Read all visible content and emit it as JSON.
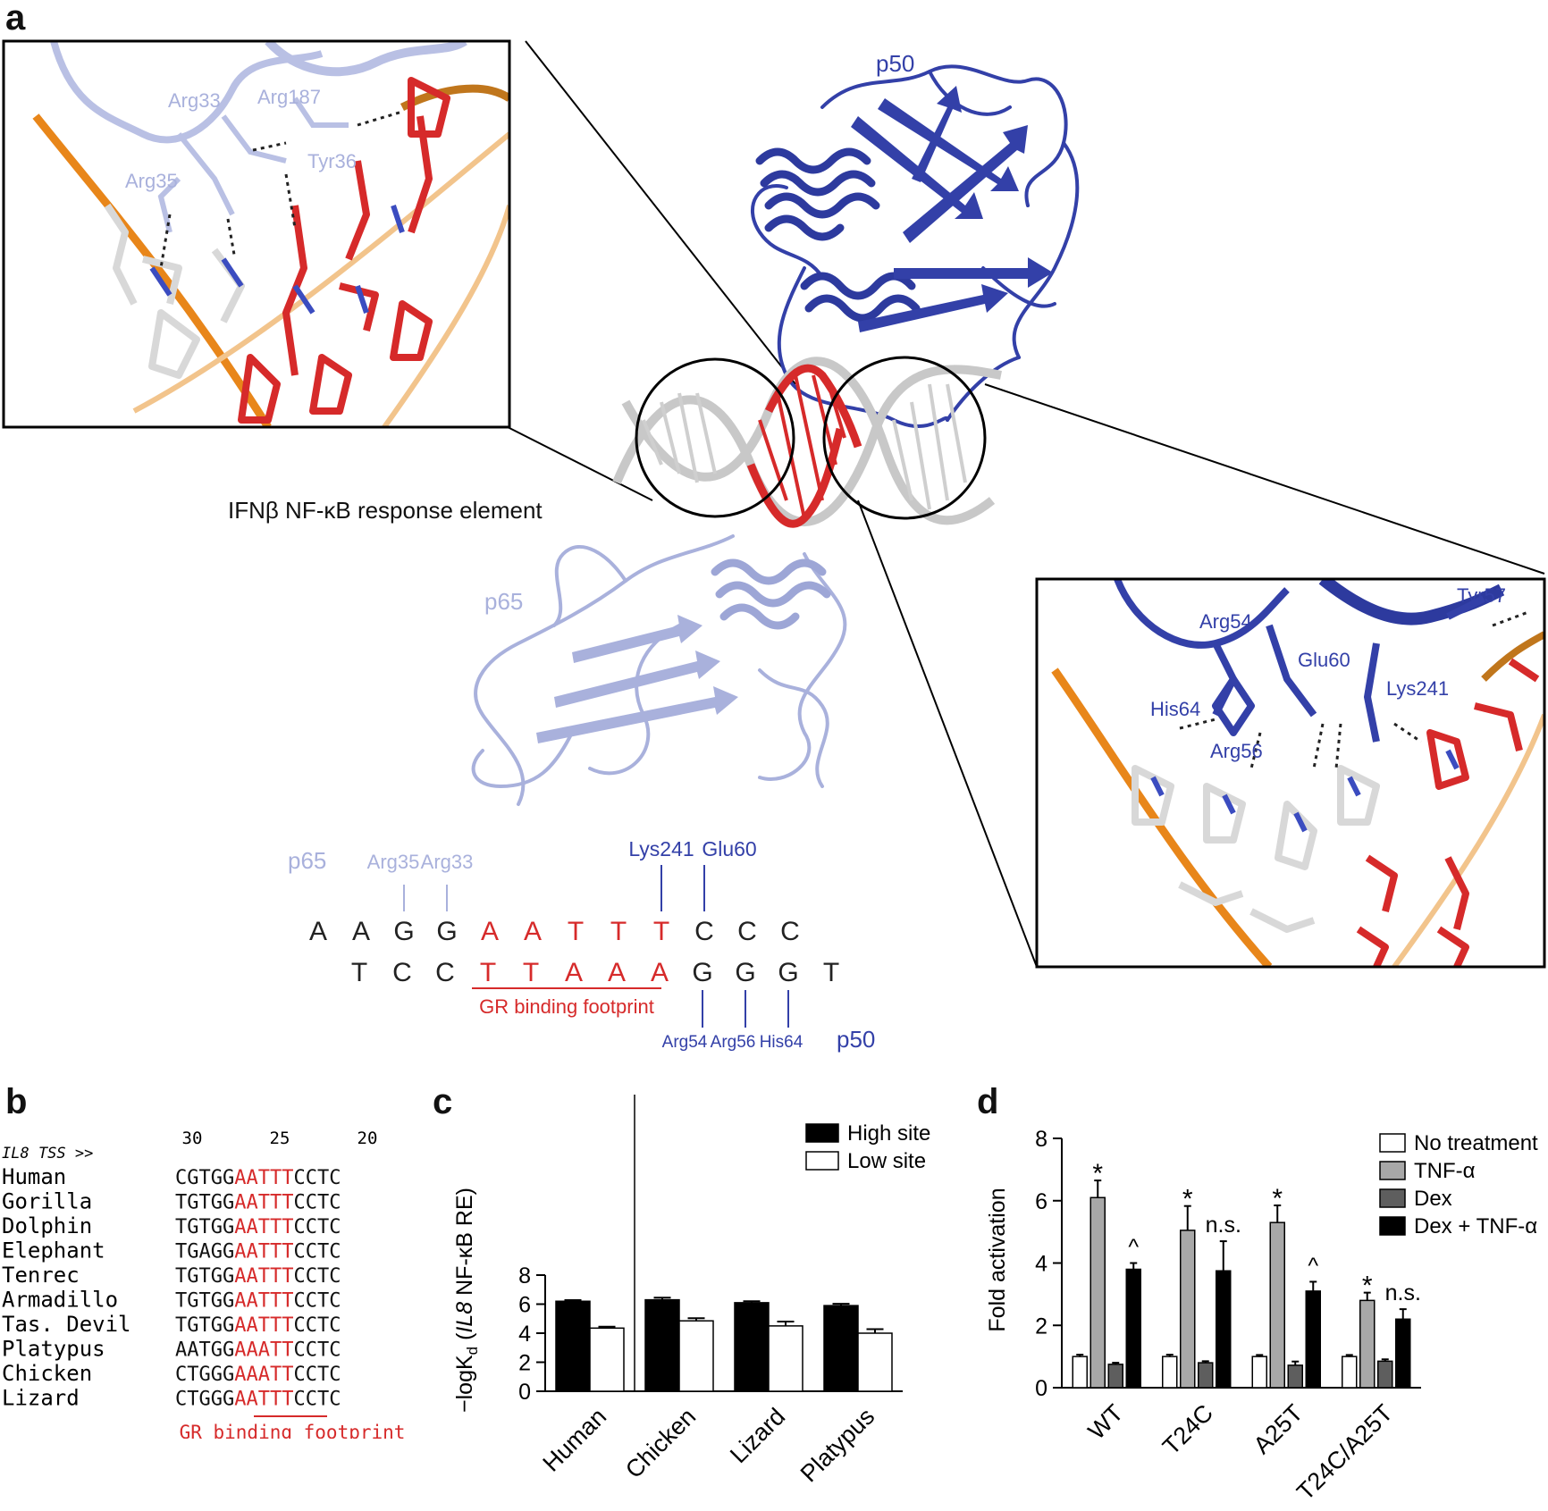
{
  "panels": {
    "a": "a",
    "b": "b",
    "c": "c",
    "d": "d"
  },
  "colors": {
    "p50": "#3340a8",
    "p65": "#a9b1dc",
    "dna_red": "#d62a2a",
    "backbone": "#e8861a",
    "grey": "#c8c8c8"
  },
  "panel_a": {
    "protein_labels": {
      "p50": "p50",
      "p65": "p65"
    },
    "response_element_label": "IFNβ NF-κB response element",
    "inset_left_residues": [
      "Arg33",
      "Arg187",
      "Tyr36",
      "Arg35"
    ],
    "inset_right_residues": [
      "Tyr57",
      "Arg54",
      "Glu60",
      "Lys241",
      "His64",
      "Arg56"
    ],
    "seq": {
      "top_row": [
        "A",
        "A",
        "G",
        "G",
        "A",
        "A",
        "T",
        "T",
        "T",
        "C",
        "C",
        "C"
      ],
      "bottom_row": [
        "T",
        "C",
        "C",
        "T",
        "T",
        "A",
        "A",
        "A",
        "G",
        "G",
        "G",
        "T"
      ],
      "footprint_label": "GR binding footprint",
      "p65_label": "p65",
      "p50_label": "p50",
      "top_contacts": [
        "Arg35",
        "Arg33",
        "Lys241",
        "Glu60"
      ],
      "bottom_contacts": [
        "Arg54",
        "Arg56",
        "His64"
      ]
    }
  },
  "panel_b": {
    "positions": [
      "30",
      "25",
      "20"
    ],
    "header": "IL8 TSS >>",
    "rows": [
      {
        "species": "Human",
        "pre": "CGTGG",
        "site": "AATTT",
        "post": "CCTC"
      },
      {
        "species": "Gorilla",
        "pre": "TGTGG",
        "site": "AATTT",
        "post": "CCTC"
      },
      {
        "species": "Dolphin",
        "pre": "TGTGG",
        "site": "AATTT",
        "post": "CCTC"
      },
      {
        "species": "Elephant",
        "pre": "TGAGG",
        "site": "AATTT",
        "post": "CCTC"
      },
      {
        "species": "Tenrec",
        "pre": "TGTGG",
        "site": "AATTT",
        "post": "CCTC"
      },
      {
        "species": "Armadillo",
        "pre": "TGTGG",
        "site": "AATTT",
        "post": "CCTC"
      },
      {
        "species": "Tas. Devil",
        "pre": "TGTGG",
        "site": "AATTT",
        "post": "CCTC"
      },
      {
        "species": "Platypus",
        "pre": "AATGG",
        "site": "AAATT",
        "post": "CCTC"
      },
      {
        "species": "Chicken",
        "pre": "CTGGG",
        "site": "AAATT",
        "post": "CCTC"
      },
      {
        "species": "Lizard",
        "pre": "CTGGG",
        "site": "AATTT",
        "post": "CCTC"
      }
    ],
    "footprint_label": "GR binding footprint"
  },
  "chart_data": [
    {
      "id": "c",
      "type": "bar",
      "categories": [
        "Human",
        "Chicken",
        "Lizard",
        "Platypus"
      ],
      "series": [
        {
          "name": "High site",
          "color": "#000000",
          "values": [
            6.2,
            6.3,
            6.1,
            5.9
          ],
          "errors": [
            0.08,
            0.15,
            0.1,
            0.12
          ]
        },
        {
          "name": "Low site",
          "color": "#ffffff",
          "values": [
            4.35,
            4.85,
            4.5,
            4.0
          ],
          "errors": [
            0.1,
            0.18,
            0.3,
            0.28
          ]
        }
      ],
      "ylabel": "−logK",
      "ylabel_sub": "d",
      "ylabel_paren_open": " (",
      "ylabel_gene": "IL8",
      "ylabel_rest": " NF-κB RE)",
      "ylim": [
        0,
        8
      ],
      "yticks": [
        0,
        2,
        4,
        6,
        8
      ],
      "legend": "top-right"
    },
    {
      "id": "d",
      "type": "bar",
      "categories": [
        "WT",
        "T24C",
        "A25T",
        "T24C/A25T"
      ],
      "series": [
        {
          "name": "No treatment",
          "color": "#ffffff",
          "values": [
            1.0,
            1.0,
            1.0,
            1.0
          ],
          "errors": [
            0.06,
            0.06,
            0.05,
            0.05
          ]
        },
        {
          "name": "TNF-α",
          "color": "#a8a8a8",
          "values": [
            6.1,
            5.05,
            5.3,
            2.8
          ],
          "errors": [
            0.55,
            0.78,
            0.55,
            0.25
          ]
        },
        {
          "name": "Dex",
          "color": "#5e5e5e",
          "values": [
            0.75,
            0.8,
            0.72,
            0.85
          ],
          "errors": [
            0.05,
            0.05,
            0.12,
            0.06
          ]
        },
        {
          "name": "Dex + TNF-α",
          "color": "#000000",
          "values": [
            3.8,
            3.75,
            3.1,
            2.2
          ],
          "errors": [
            0.2,
            0.95,
            0.3,
            0.32
          ]
        }
      ],
      "annotations": [
        {
          "category": 0,
          "series": 1,
          "text": "*"
        },
        {
          "category": 0,
          "series": 3,
          "text": "^"
        },
        {
          "category": 1,
          "series": 1,
          "text": "*"
        },
        {
          "category": 1,
          "series": 3,
          "text": "n.s."
        },
        {
          "category": 2,
          "series": 1,
          "text": "*"
        },
        {
          "category": 2,
          "series": 3,
          "text": "^"
        },
        {
          "category": 3,
          "series": 1,
          "text": "*"
        },
        {
          "category": 3,
          "series": 3,
          "text": "n.s."
        }
      ],
      "ylabel": "Fold activation",
      "ylim": [
        0,
        8
      ],
      "yticks": [
        0,
        2,
        4,
        6,
        8
      ],
      "legend": "top-right"
    }
  ]
}
